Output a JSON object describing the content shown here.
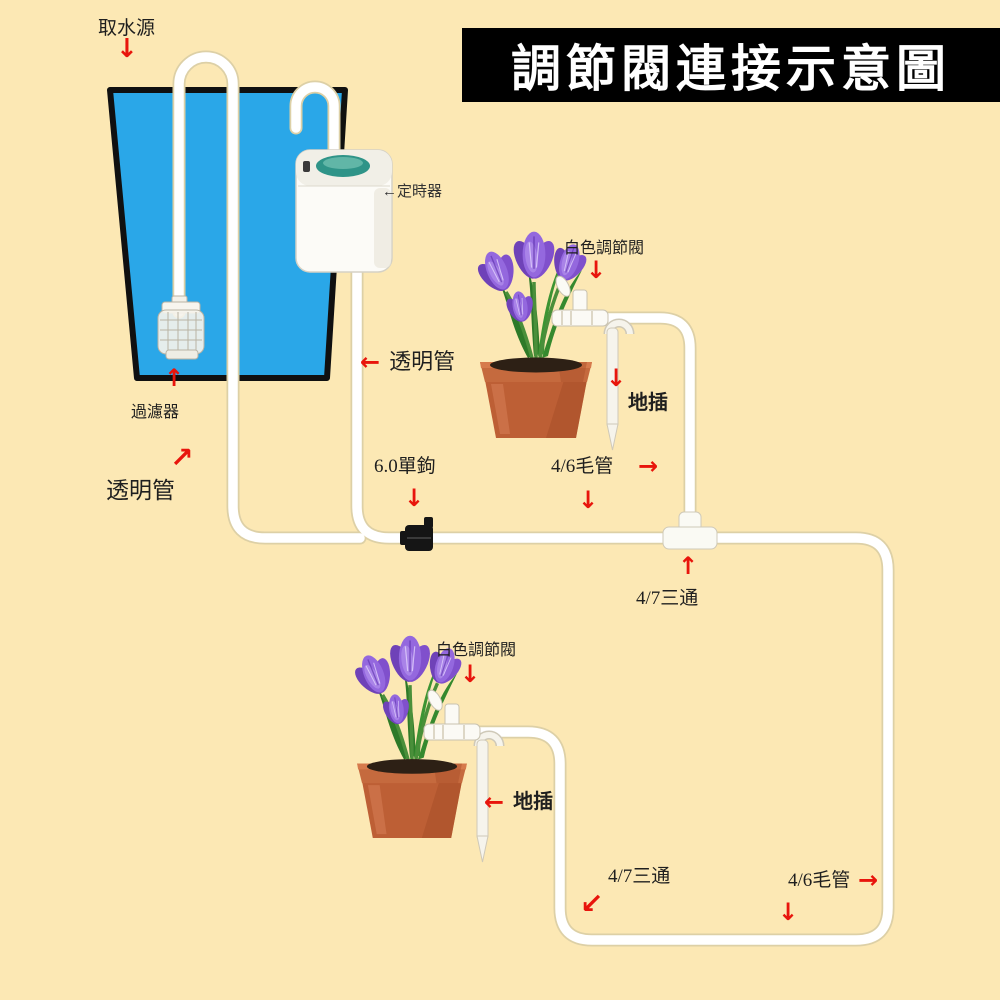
{
  "title": "調節閥連接示意圖",
  "labels": {
    "water_source": "取水源",
    "timer": "←定時器",
    "filter": "過濾器",
    "clear_tube_left": "透明管",
    "clear_tube_mid": "透明管",
    "single_hook": "6.0單鉤",
    "valve_top": "白色調節閥",
    "valve_bottom": "白色調節閥",
    "stake_top": "地插",
    "stake_bottom": "地插",
    "tee_top": "4/7三通",
    "tee_bottom": "4/7三通",
    "capillary_top": "4/6毛管",
    "capillary_bottom": "4/6毛管"
  },
  "icons": {
    "arrow_down": "↓",
    "arrow_up": "↑",
    "arrow_left": "←",
    "arrow_right": "→",
    "arrow_up_right": "↗",
    "arrow_down_left": "↙"
  },
  "colors": {
    "background": "#fce8b4",
    "bucket_blue": "#2aa7e8",
    "arrow_red": "#e8150c",
    "title_bg": "#000000",
    "title_text": "#ffffff",
    "tube_white": "#ffffff",
    "pot_terracotta": "#bd5f35",
    "flower_purple": "#8a5cce"
  }
}
